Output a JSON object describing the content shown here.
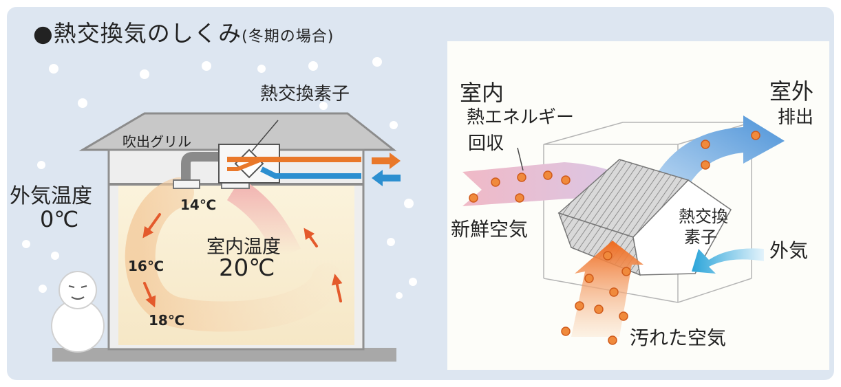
{
  "title": "●熱交換気のしくみ",
  "title_sub": "(冬期の場合)",
  "left": {
    "element_label": "熱交換素子",
    "grille_label": "吹出グリル",
    "outside_temp_label": "外気温度",
    "outside_temp_value": "0℃",
    "indoor_temp_label": "室内温度",
    "indoor_temp_value": "20℃",
    "temps": [
      "14℃",
      "16℃",
      "18℃"
    ]
  },
  "right": {
    "indoor": "室内",
    "outdoor": "室外",
    "heat_energy": "熱エネルギー",
    "recovery": "回収",
    "exhaust": "排出",
    "fresh_air": "新鮮空気",
    "element_line1": "熱交換",
    "element_line2": "素子",
    "outside_air": "外気",
    "dirty_air": "汚れた空気"
  },
  "colors": {
    "background": "#dde6f1",
    "warm_arrow": "#e9782a",
    "cool_arrow": "#2c8fd0",
    "duct_gray": "#8a8a8a"
  }
}
